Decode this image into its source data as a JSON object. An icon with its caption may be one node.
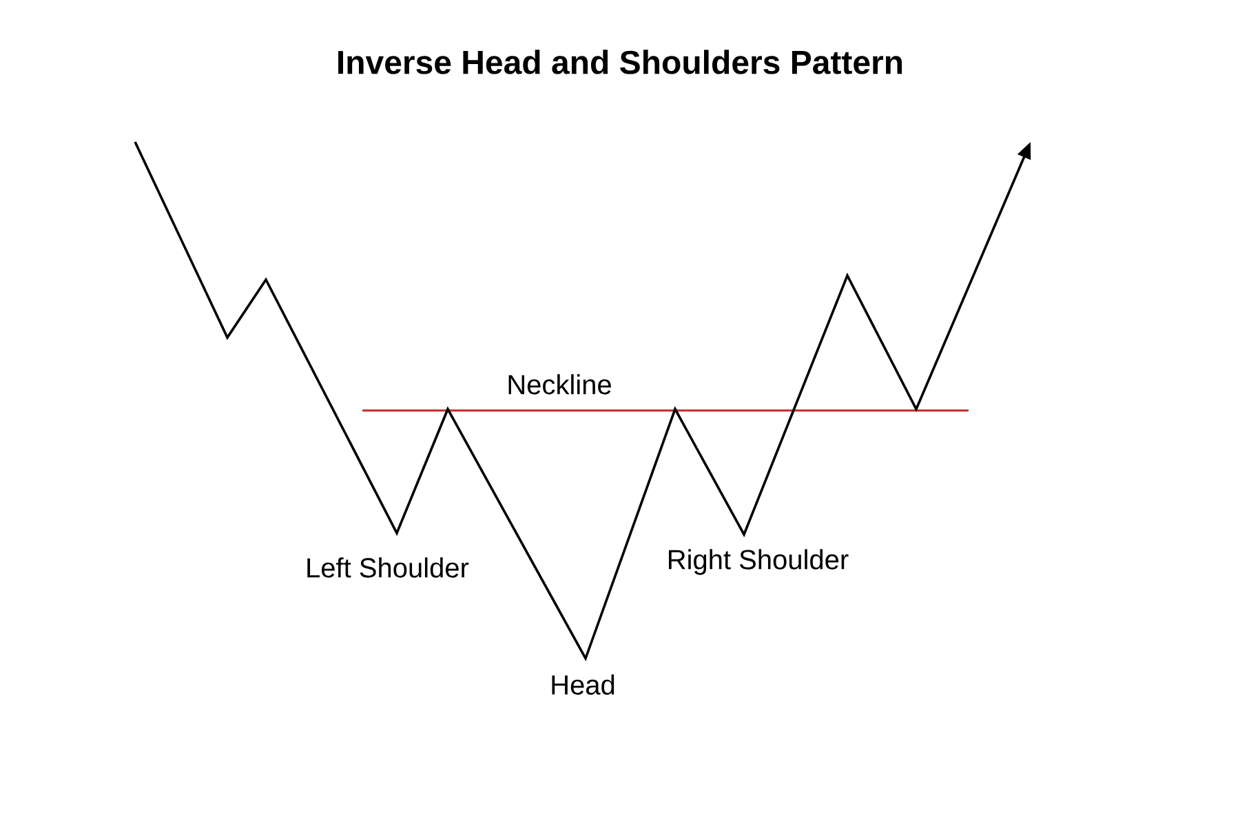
{
  "diagram": {
    "title": "Inverse Head and Shoulders Pattern",
    "labels": [
      "Neckline",
      "Left Shoulder",
      "Right Shoulder",
      "Head"
    ]
  }
}
